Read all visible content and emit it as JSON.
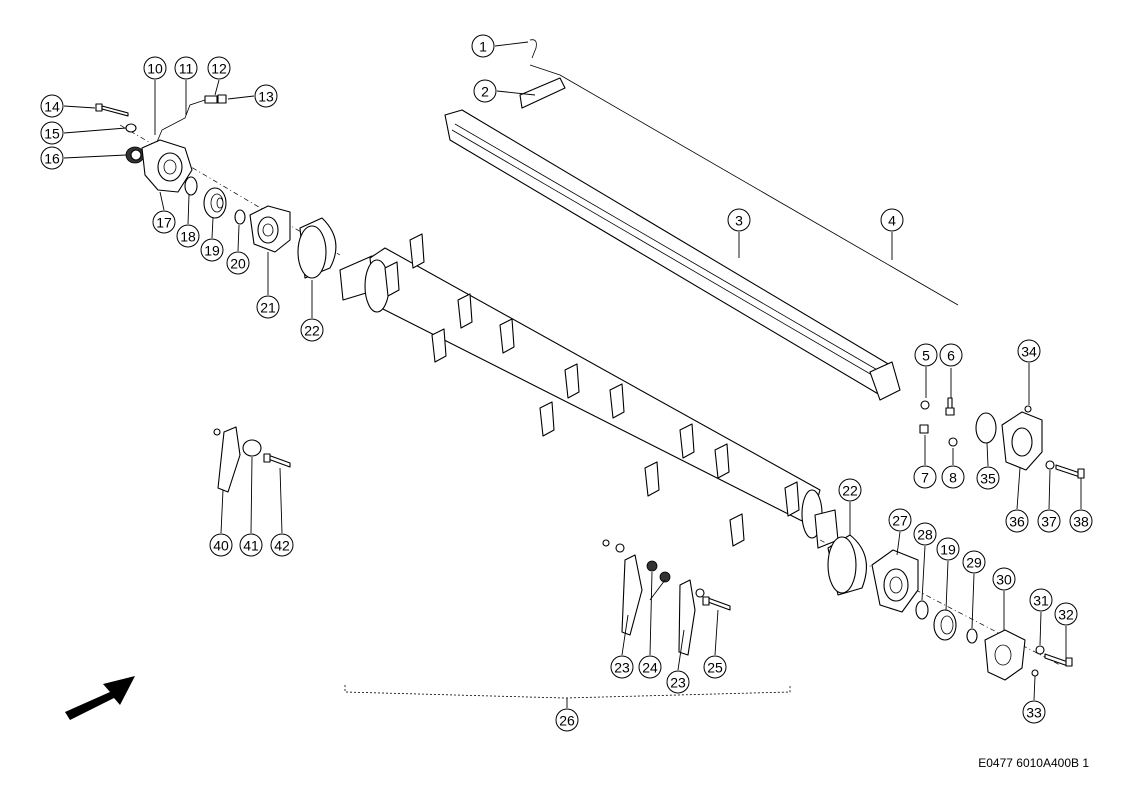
{
  "drawing": {
    "reference_code": "E0477 6010A400B 1",
    "callouts": [
      {
        "n": "1"
      },
      {
        "n": "2"
      },
      {
        "n": "3"
      },
      {
        "n": "4"
      },
      {
        "n": "5"
      },
      {
        "n": "6"
      },
      {
        "n": "7"
      },
      {
        "n": "8"
      },
      {
        "n": "10"
      },
      {
        "n": "11"
      },
      {
        "n": "12"
      },
      {
        "n": "13"
      },
      {
        "n": "14"
      },
      {
        "n": "15"
      },
      {
        "n": "16"
      },
      {
        "n": "17"
      },
      {
        "n": "18"
      },
      {
        "n": "19"
      },
      {
        "n": "20"
      },
      {
        "n": "21"
      },
      {
        "n": "22"
      },
      {
        "n": "22"
      },
      {
        "n": "27"
      },
      {
        "n": "28"
      },
      {
        "n": "19"
      },
      {
        "n": "29"
      },
      {
        "n": "30"
      },
      {
        "n": "31"
      },
      {
        "n": "32"
      },
      {
        "n": "33"
      },
      {
        "n": "23"
      },
      {
        "n": "24"
      },
      {
        "n": "23"
      },
      {
        "n": "25"
      },
      {
        "n": "26"
      },
      {
        "n": "34"
      },
      {
        "n": "35"
      },
      {
        "n": "36"
      },
      {
        "n": "37"
      },
      {
        "n": "38"
      },
      {
        "n": "40"
      },
      {
        "n": "41"
      },
      {
        "n": "42"
      }
    ]
  }
}
